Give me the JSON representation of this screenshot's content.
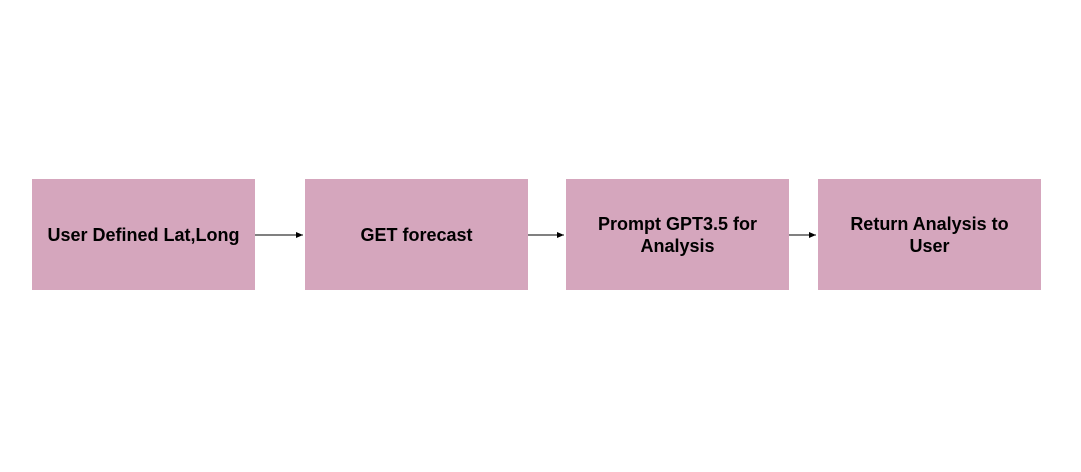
{
  "diagram": {
    "type": "flowchart",
    "direction": "left-to-right",
    "node_color": "#d5a6bd",
    "nodes": [
      {
        "id": "user-input",
        "label": "User Defined Lat,Long"
      },
      {
        "id": "get-forecast",
        "label": "GET forecast"
      },
      {
        "id": "prompt-gpt",
        "label": "Prompt GPT3.5 for Analysis"
      },
      {
        "id": "return-analysis",
        "label": "Return Analysis to User"
      }
    ],
    "edges": [
      {
        "from": "user-input",
        "to": "get-forecast"
      },
      {
        "from": "get-forecast",
        "to": "prompt-gpt"
      },
      {
        "from": "prompt-gpt",
        "to": "return-analysis"
      }
    ]
  }
}
